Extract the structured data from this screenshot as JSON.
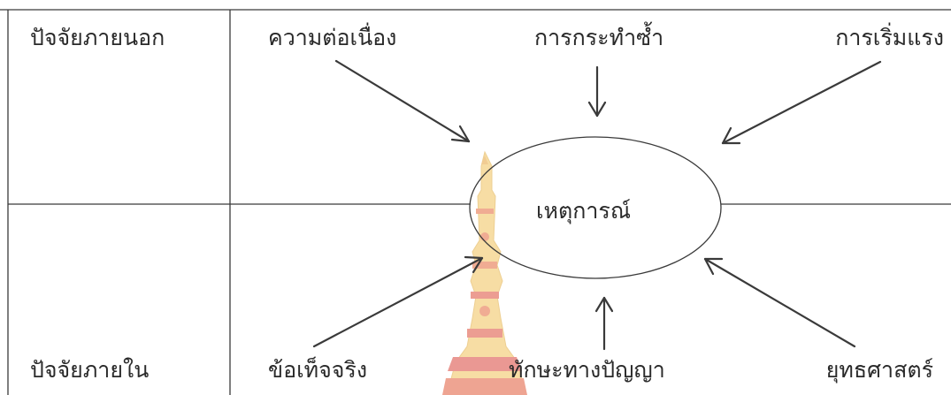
{
  "rows": {
    "external_label": "ปัจจัยภายนอก",
    "internal_label": "ปัจจัยภายใน"
  },
  "center": {
    "label": "เหตุการณ์"
  },
  "factors": {
    "continuity": "ความต่อเนื่อง",
    "repetition": "การกระทำซ้ำ",
    "initiation": "การเริ่มแรง",
    "facts": "ข้อเท็จจริง",
    "intellectual_skill": "ทักษะทางปัญญา",
    "strategy": "ยุทธศาสตร์"
  },
  "colors": {
    "line": "#3a3a3a",
    "text": "#2a2a2a",
    "watermark_gold": "#e9b645",
    "watermark_red": "#d9453b"
  }
}
